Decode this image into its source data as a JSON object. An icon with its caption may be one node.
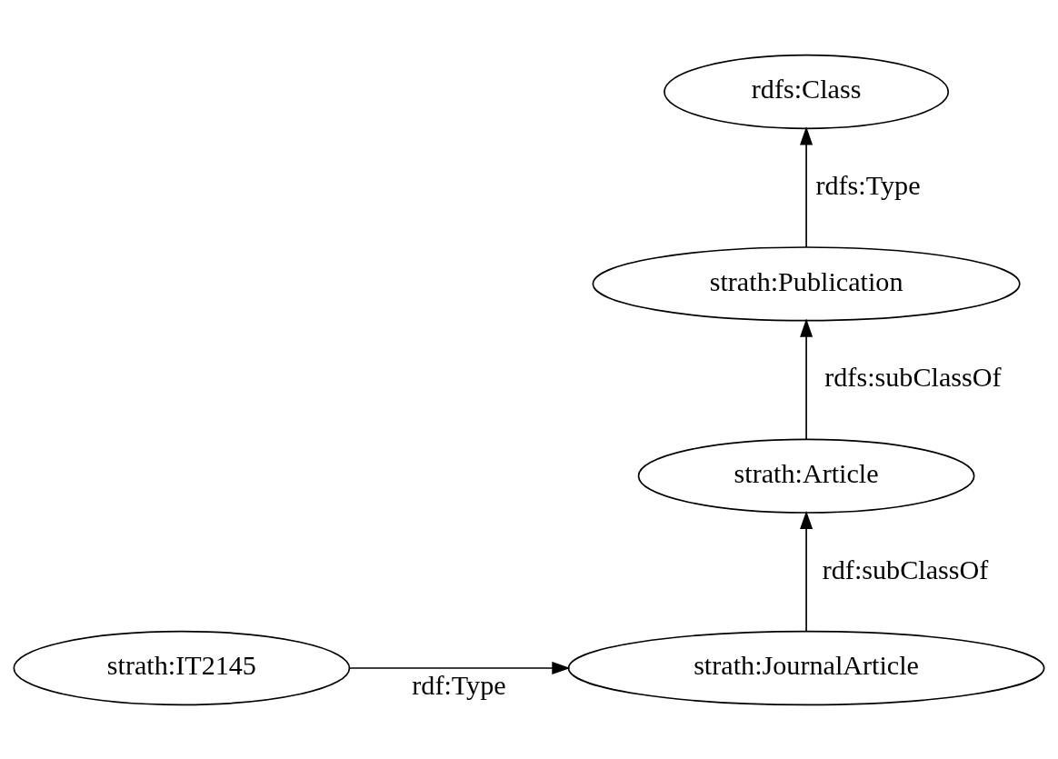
{
  "diagram": {
    "nodes": [
      {
        "text": [
          "rdfs:Class"
        ]
      },
      {
        "text": [
          "strath:Publication"
        ]
      },
      {
        "text": [
          "strath:Article"
        ]
      },
      {
        "text": [
          "strath:JournalArticle"
        ]
      },
      {
        "text": [
          "strath:IT2145"
        ]
      }
    ],
    "edges": [
      {
        "from": 1,
        "to": 0,
        "arrow": "to",
        "label": "rdfs:Type"
      },
      {
        "from": 2,
        "to": 1,
        "arrow": "to",
        "label": "rdfs:subClassOf"
      },
      {
        "from": 3,
        "to": 2,
        "arrow": "to",
        "label": "rdf:subClassOf"
      },
      {
        "from": 4,
        "to": 3,
        "arrow": "to",
        "label": "rdf:Type"
      }
    ]
  }
}
